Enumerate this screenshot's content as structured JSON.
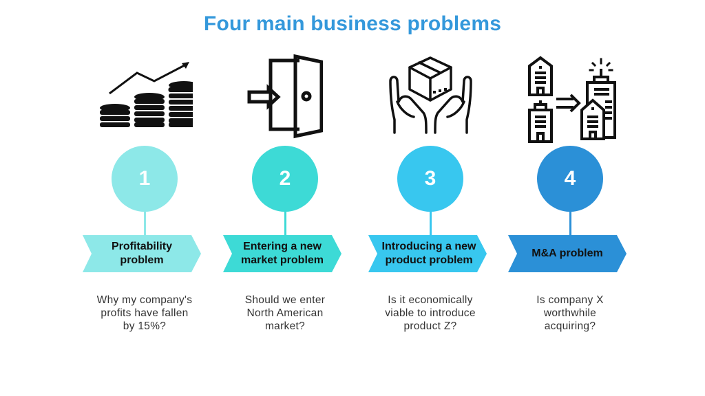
{
  "title": "Four main business problems",
  "steps": [
    {
      "number": "1",
      "icon": "coins-growth-icon",
      "label_line1": "Profitability",
      "label_line2": "problem",
      "question_line1": "Why my company's",
      "question_line2": "profits have fallen",
      "question_line3": "by 15%?",
      "color": "#8de8e8"
    },
    {
      "number": "2",
      "icon": "door-enter-icon",
      "label_line1": "Entering a new",
      "label_line2": "market problem",
      "question_line1": "Should we enter",
      "question_line2": "North American",
      "question_line3": "market?",
      "color": "#3ddad6"
    },
    {
      "number": "3",
      "icon": "hands-box-icon",
      "label_line1": "Introducing a new",
      "label_line2": "product problem",
      "question_line1": "Is it economically",
      "question_line2": "viable to introduce",
      "question_line3": "product Z?",
      "color": "#38c7ef"
    },
    {
      "number": "4",
      "icon": "buildings-merge-icon",
      "label_line1": "M&A problem",
      "label_line2": "",
      "question_line1": "Is company X",
      "question_line2": "worthwhile",
      "question_line3": "acquiring?",
      "color": "#2b90d7"
    }
  ],
  "colors": {
    "title": "#3498db",
    "icon": "#111111",
    "label_text": "#111111",
    "question_text": "#333333"
  }
}
